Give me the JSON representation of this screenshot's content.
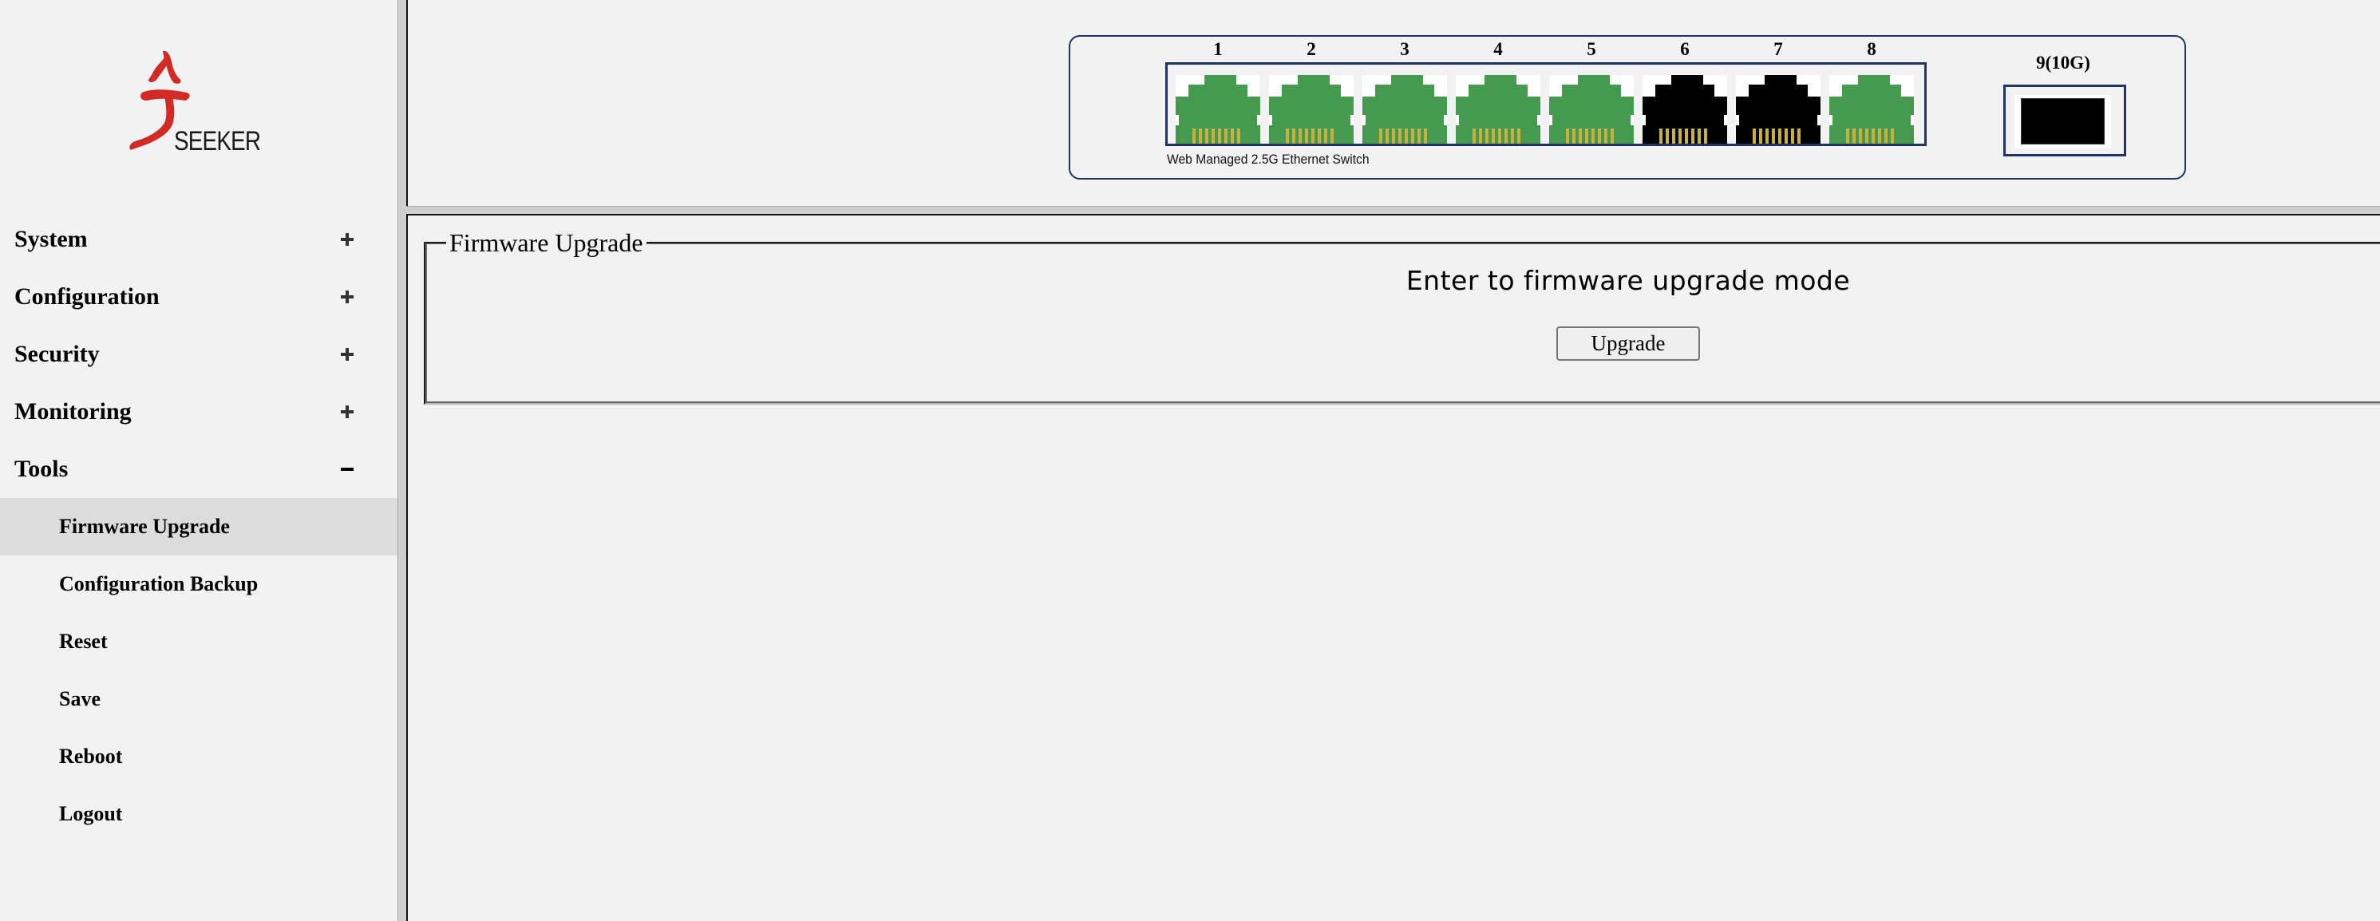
{
  "logo": {
    "brand_text": "SEEKER",
    "brand_color": "#d22b26"
  },
  "sidebar": {
    "menu": [
      {
        "label": "System",
        "toggle": "+"
      },
      {
        "label": "Configuration",
        "toggle": "+"
      },
      {
        "label": "Security",
        "toggle": "+"
      },
      {
        "label": "Monitoring",
        "toggle": "+"
      },
      {
        "label": "Tools",
        "toggle": "−",
        "expanded": true
      }
    ],
    "tools_items": [
      {
        "label": "Firmware Upgrade",
        "active": true
      },
      {
        "label": "Configuration Backup"
      },
      {
        "label": "Reset"
      },
      {
        "label": "Save"
      },
      {
        "label": "Reboot"
      },
      {
        "label": "Logout"
      }
    ]
  },
  "switch_panel": {
    "ports": [
      {
        "number": "1",
        "status": "up",
        "color": "#459a50"
      },
      {
        "number": "2",
        "status": "up",
        "color": "#459a50"
      },
      {
        "number": "3",
        "status": "up",
        "color": "#459a50"
      },
      {
        "number": "4",
        "status": "up",
        "color": "#459a50"
      },
      {
        "number": "5",
        "status": "up",
        "color": "#459a50"
      },
      {
        "number": "6",
        "status": "down",
        "color": "#000000"
      },
      {
        "number": "7",
        "status": "down",
        "color": "#000000"
      },
      {
        "number": "8",
        "status": "up",
        "color": "#459a50"
      }
    ],
    "sfp_port": {
      "label": "9(10G)",
      "status": "down"
    },
    "caption": "Web Managed 2.5G Ethernet Switch",
    "border_color": "#1f3366",
    "pin_color": "#c8b040"
  },
  "main": {
    "section_title": "Firmware Upgrade",
    "heading": "Enter to firmware upgrade mode",
    "upgrade_button": "Upgrade"
  }
}
